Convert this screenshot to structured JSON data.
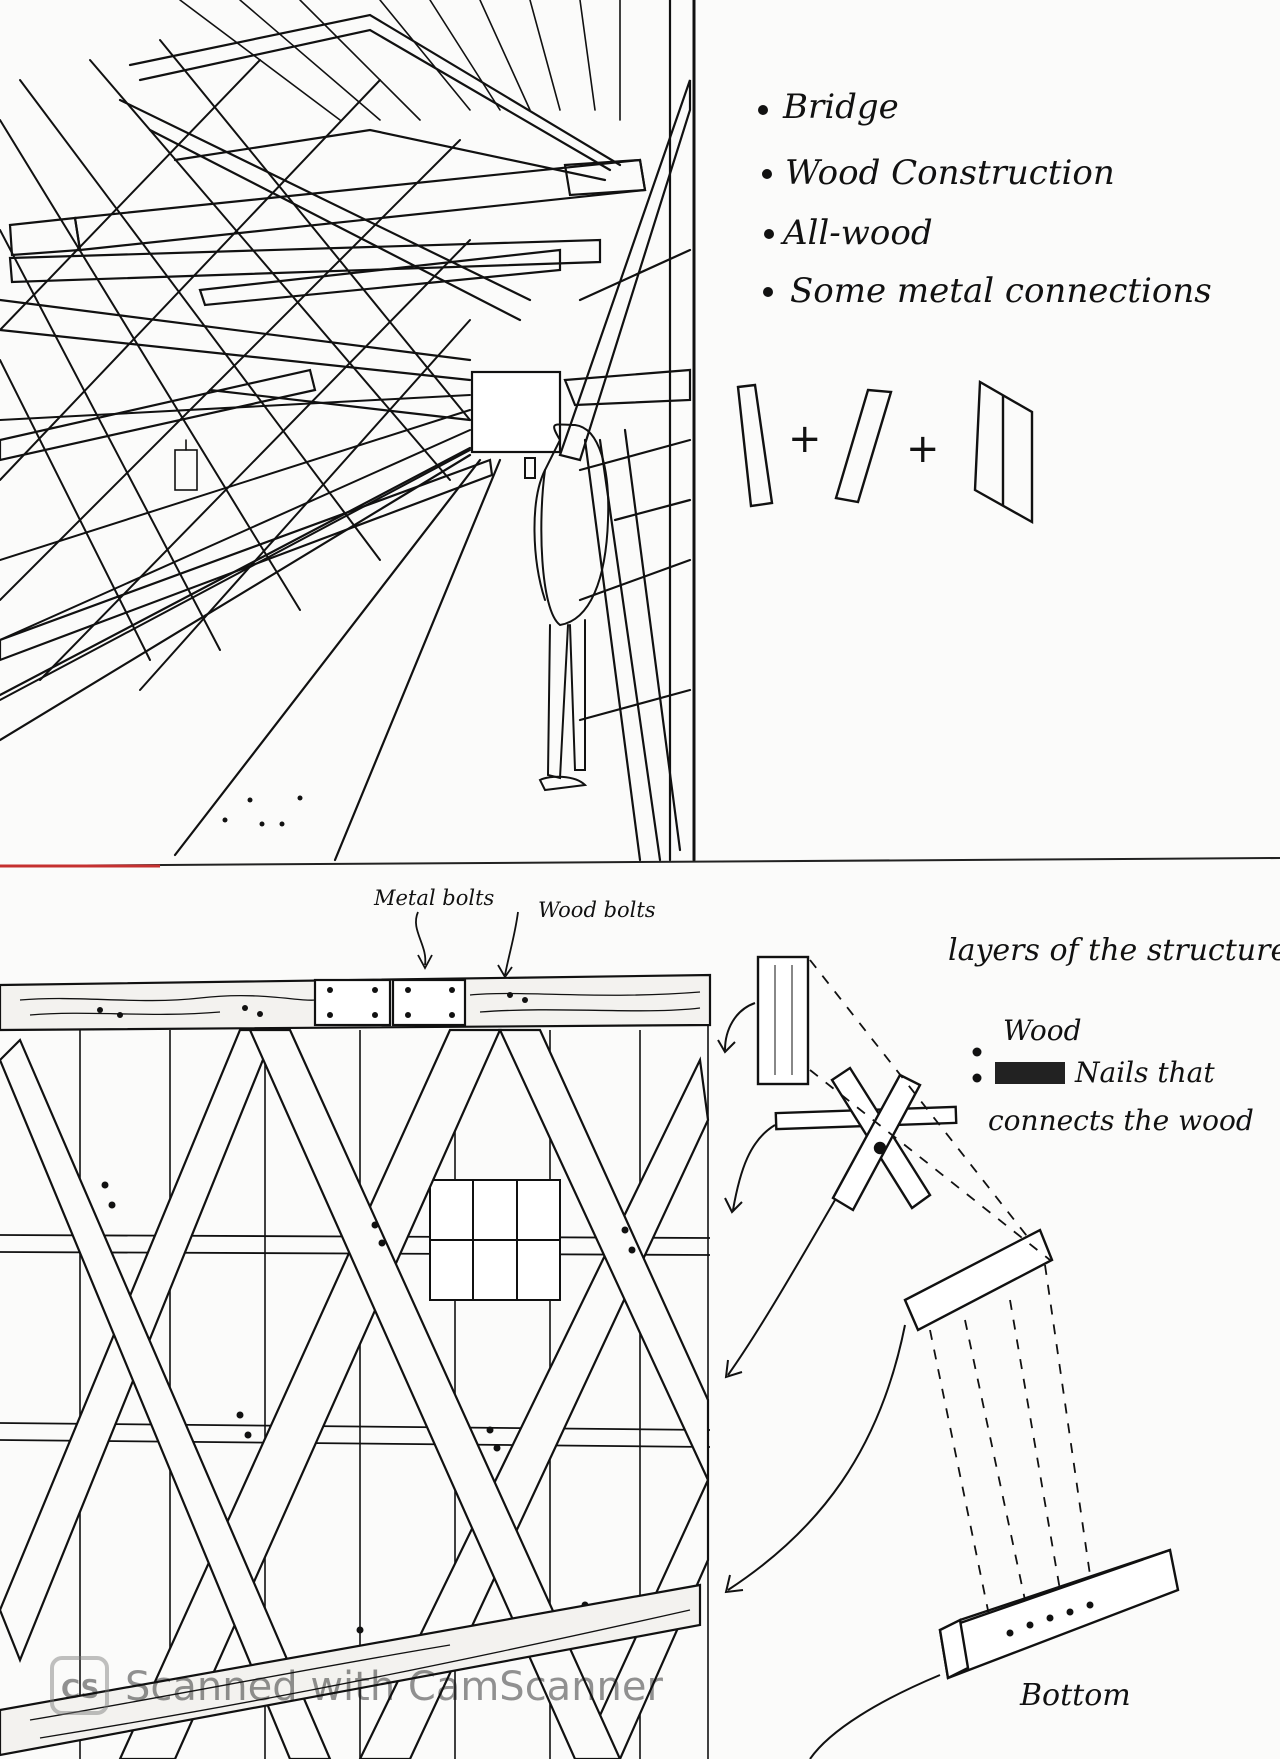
{
  "notes": {
    "items": [
      "Bridge",
      "Wood Construction",
      "All-wood",
      "Some metal connections"
    ],
    "plus_sign": "+"
  },
  "detail": {
    "metal_bolts_label": "Metal bolts",
    "wood_bolts_label": "Wood bolts"
  },
  "layers": {
    "title": "layers of the structure",
    "legend_wood": "Wood",
    "legend_nails_line1": "Nails that",
    "legend_nails_line2": "connects the wood",
    "bottom_label": "Bottom"
  },
  "watermark": {
    "text": "Scanned with CamScanner",
    "badge": "CS"
  }
}
